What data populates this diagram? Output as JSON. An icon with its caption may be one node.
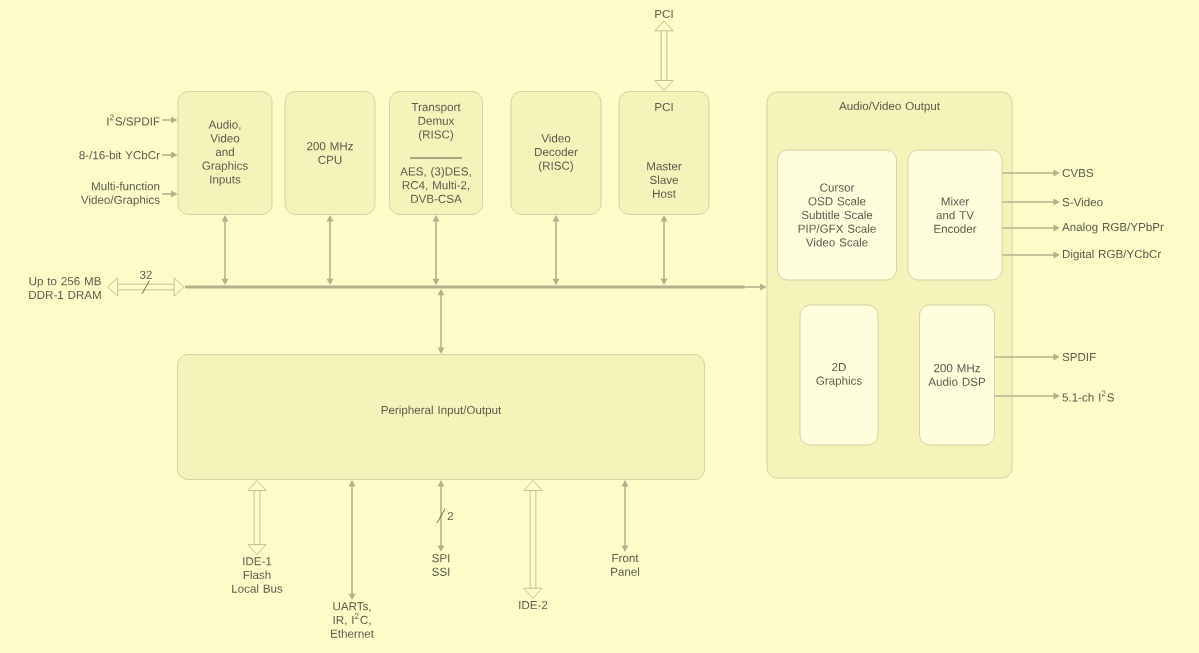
{
  "diagram": {
    "nodes": [
      {
        "text": [
          "I$^{2}$S/SPDIF"
        ]
      },
      {
        "text": [
          "8-/16-bit YCbCr"
        ]
      },
      {
        "text": [
          "Multi-function Video/Graphics"
        ]
      },
      {
        "text": [
          "Audio, Video and Graphics Inputs"
        ]
      },
      {
        "text": [
          "200 MHz CPU"
        ]
      },
      {
        "text": [
          "Transport Demux (RISC)",
          "AES, (3)DES, RC4, Multi-2, DVB-CSA"
        ]
      },
      {
        "text": [
          "Video Decoder (RISC)"
        ]
      },
      {
        "text": [
          "PCI",
          "Master Slave Host"
        ]
      },
      {
        "text": [
          "PCI"
        ]
      },
      {
        "text": [
          "Audio/Video Output"
        ]
      },
      {
        "text": [
          "Cursor OSD Scale Subtitle Scale PIP/GFX Scale Video Scale"
        ],
        "in": 9
      },
      {
        "text": [
          "Mixer and TV Encoder"
        ],
        "in": 9
      },
      {
        "text": [
          "2D Graphics"
        ],
        "in": 9
      },
      {
        "text": [
          "200 MHz Audio DSP"
        ],
        "in": 9
      },
      {
        "text": [
          "CVBS"
        ]
      },
      {
        "text": [
          "S-Video"
        ]
      },
      {
        "text": [
          "Analog RGB/YPbPr"
        ]
      },
      {
        "text": [
          "Digital RGB/YCbCr"
        ]
      },
      {
        "text": [
          "SPDIF"
        ]
      },
      {
        "text": [
          "5.1-ch I$^{2}$S"
        ]
      },
      {
        "text": [
          "Up to 256 MB DDR-1 DRAM"
        ]
      },
      {
        "text": [],
        "shape": "bar"
      },
      {
        "text": [
          "Peripheral Input/Output"
        ]
      },
      {
        "text": [
          "IDE-1 Flash Local Bus"
        ]
      },
      {
        "text": [
          "UARTs, IR, I$^{2}$C, Ethernet"
        ]
      },
      {
        "text": [
          "SPI SSI"
        ]
      },
      {
        "text": [
          "IDE-2"
        ]
      },
      {
        "text": [
          "Front Panel"
        ]
      }
    ],
    "edges": [
      {
        "from": 0,
        "to": 3,
        "arrow": "to"
      },
      {
        "from": 1,
        "to": 3,
        "arrow": "to"
      },
      {
        "from": 2,
        "to": 3,
        "arrow": "to"
      },
      {
        "from": 8,
        "to": 7,
        "arrow": "both",
        "style": "thick"
      },
      {
        "from": 3,
        "to": 21,
        "arrow": "both"
      },
      {
        "from": 4,
        "to": 21,
        "arrow": "both"
      },
      {
        "from": 5,
        "to": 21,
        "arrow": "both"
      },
      {
        "from": 6,
        "to": 21,
        "arrow": "both"
      },
      {
        "from": 7,
        "to": 21,
        "arrow": "both"
      },
      {
        "from": 20,
        "to": 21,
        "arrow": "both",
        "style": "thick",
        "label": "32"
      },
      {
        "from": 21,
        "to": 9,
        "arrow": "to"
      },
      {
        "from": 11,
        "to": 14,
        "arrow": "to"
      },
      {
        "from": 11,
        "to": 15,
        "arrow": "to"
      },
      {
        "from": 11,
        "to": 16,
        "arrow": "to"
      },
      {
        "from": 11,
        "to": 17,
        "arrow": "to"
      },
      {
        "from": 13,
        "to": 18,
        "arrow": "to"
      },
      {
        "from": 13,
        "to": 19,
        "arrow": "to"
      },
      {
        "from": 21,
        "to": 22,
        "arrow": "both"
      },
      {
        "from": 22,
        "to": 23,
        "arrow": "both",
        "style": "thick"
      },
      {
        "from": 22,
        "to": 24,
        "arrow": "both"
      },
      {
        "from": 22,
        "to": 25,
        "arrow": "both",
        "label": "2"
      },
      {
        "from": 22,
        "to": 26,
        "arrow": "both",
        "style": "thick"
      },
      {
        "from": 22,
        "to": 27,
        "arrow": "both"
      }
    ]
  }
}
